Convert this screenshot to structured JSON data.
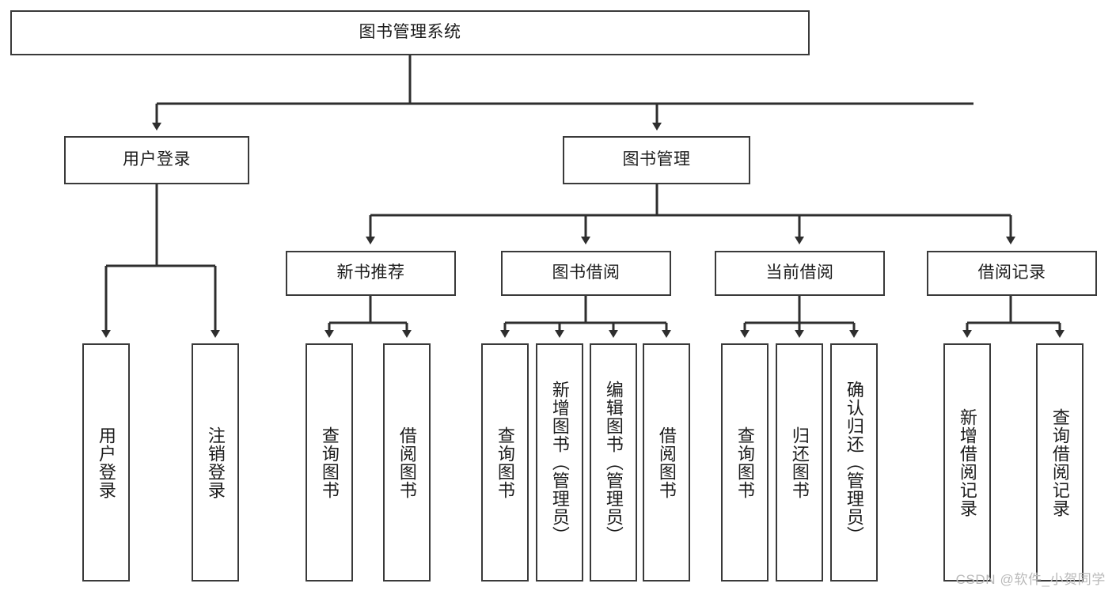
{
  "diagram": {
    "title": "图书管理系统",
    "watermark": "CSDN @软件_小贺同学",
    "line_color": "#3a3a3a",
    "box_fill": "#ffffff",
    "text_color": "#1c1c1c",
    "nodes": {
      "root": "图书管理系统",
      "level2": {
        "user_login": "用户登录",
        "book_manage": "图书管理"
      },
      "level3": {
        "new_book_rec": "新书推荐",
        "book_borrow": "图书借阅",
        "current_borrow": "当前借阅",
        "borrow_record": "借阅记录"
      },
      "leaves": {
        "user_login_1": "用户登录",
        "user_login_2": "注销登录",
        "new_book_rec_1": "查询图书",
        "new_book_rec_2": "借阅图书",
        "book_borrow_1": "查询图书",
        "book_borrow_2": "新增图书（管理员）",
        "book_borrow_3": "编辑图书（管理员）",
        "book_borrow_4": "借阅图书",
        "current_borrow_1": "查询图书",
        "current_borrow_2": "归还图书",
        "current_borrow_3": "确认归还（管理员）",
        "borrow_record_1": "新增借阅记录",
        "borrow_record_2": "查询借阅记录"
      }
    }
  },
  "chart_data": {
    "type": "tree-diagram",
    "title": "图书管理系统",
    "orientation": "top-down",
    "levels": 4,
    "tree": {
      "label": "图书管理系统",
      "children": [
        {
          "label": "用户登录",
          "children": [
            {
              "label": "用户登录",
              "children": []
            },
            {
              "label": "注销登录",
              "children": []
            }
          ]
        },
        {
          "label": "图书管理",
          "children": [
            {
              "label": "新书推荐",
              "children": [
                {
                  "label": "查询图书",
                  "children": []
                },
                {
                  "label": "借阅图书",
                  "children": []
                }
              ]
            },
            {
              "label": "图书借阅",
              "children": [
                {
                  "label": "查询图书",
                  "children": []
                },
                {
                  "label": "新增图书（管理员）",
                  "children": []
                },
                {
                  "label": "编辑图书（管理员）",
                  "children": []
                },
                {
                  "label": "借阅图书",
                  "children": []
                }
              ]
            },
            {
              "label": "当前借阅",
              "children": [
                {
                  "label": "查询图书",
                  "children": []
                },
                {
                  "label": "归还图书",
                  "children": []
                },
                {
                  "label": "确认归还（管理员）",
                  "children": []
                }
              ]
            },
            {
              "label": "借阅记录",
              "children": [
                {
                  "label": "新增借阅记录",
                  "children": []
                },
                {
                  "label": "查询借阅记录",
                  "children": []
                }
              ]
            }
          ]
        }
      ]
    }
  }
}
